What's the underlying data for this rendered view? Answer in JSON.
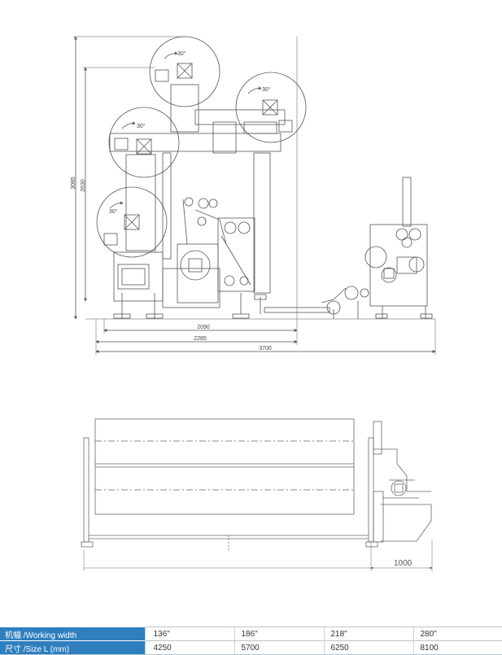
{
  "top_view": {
    "dims": {
      "height_total": "3085",
      "height_inner": "2630",
      "width_2090": "2090",
      "width_2285": "2285",
      "width_3700": "3700"
    },
    "angles": [
      "30°",
      "30°",
      "30°",
      "30°"
    ]
  },
  "bottom_view": {
    "dim_1000": "1000"
  },
  "table": {
    "rows": [
      {
        "label": "机幅 /Working width",
        "values": [
          "136\"",
          "186\"",
          "218\"",
          "280\""
        ]
      },
      {
        "label": "尺寸 /Size   L (mm)",
        "values": [
          "4250",
          "5700",
          "6250",
          "8100"
        ]
      }
    ]
  }
}
